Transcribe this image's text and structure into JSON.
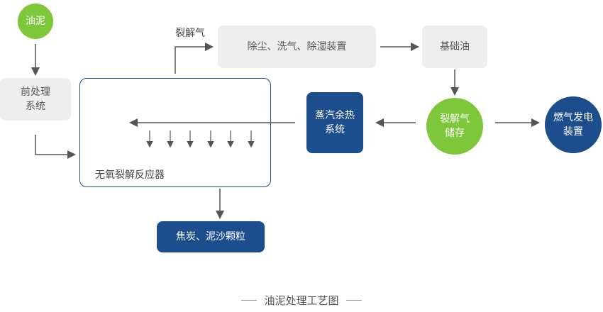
{
  "nodes": {
    "sludge": "油泥",
    "pretreatment": "前处理\n系统",
    "reactor": "无氧裂解反应器",
    "purify": "除尘、洗气、除湿装置",
    "base_oil": "基础油",
    "gas_storage": "裂解气\n储存",
    "steam_heat": "蒸汽余热\n系统",
    "power_gen": "燃气发电\n装置",
    "coke": "焦炭、泥沙颗粒"
  },
  "labels": {
    "pyrolysis_gas": "裂解气"
  },
  "caption": "油泥处理工艺图",
  "colors": {
    "green": "#7ec63a",
    "navy": "#1c4d8c",
    "grey": "#eeeeee",
    "arrow": "#555555"
  }
}
